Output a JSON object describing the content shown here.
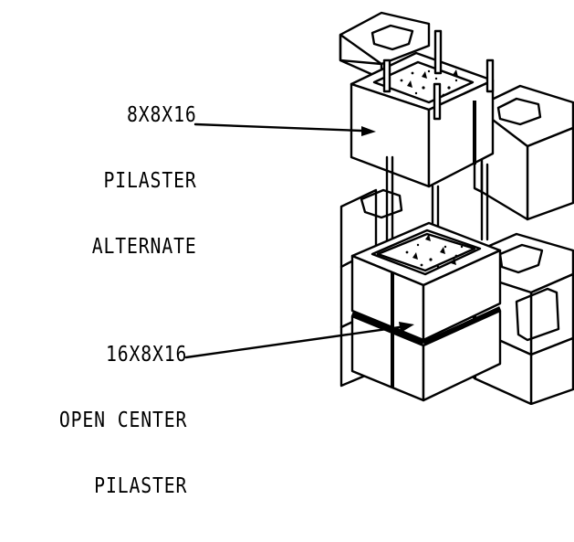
{
  "labels": {
    "top": {
      "line1": "8X8X16",
      "line2": "PILASTER",
      "line3": "ALTERNATE"
    },
    "bottom": {
      "line1": "16X8X16",
      "line2": "OPEN CENTER",
      "line3": "PILASTER"
    }
  },
  "colors": {
    "line": "#000000",
    "background": "#ffffff"
  }
}
